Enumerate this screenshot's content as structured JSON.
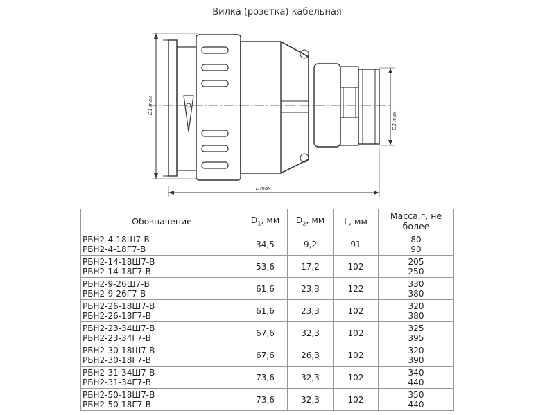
{
  "title": "Вилка (розетка) кабельная",
  "drawing": {
    "d1_label": "D1 max",
    "d2_label": "D2 max",
    "l_label": "L max"
  },
  "table": {
    "headers": {
      "designation": "Обозначение",
      "d1_main": "D",
      "d1_sub": "1",
      "d1_unit": ", мм",
      "d2_main": "D",
      "d2_sub": "2",
      "d2_unit": ", мм",
      "l": "L, мм",
      "mass": "Масса,г, не более"
    },
    "rows": [
      {
        "a": "РБН2-4-18Ш7-В",
        "b": "РБН2-4-18Г7-В",
        "d1": "34,5",
        "d2": "9,2",
        "l": "91",
        "m1": "80",
        "m2": "90"
      },
      {
        "a": "РБН2-14-18Ш7-В",
        "b": "РБН2-14-18Г7-В",
        "d1": "53,6",
        "d2": "17,2",
        "l": "102",
        "m1": "205",
        "m2": "250"
      },
      {
        "a": "РБН2-9-26Ш7-В",
        "b": "РБН2-9-26Г7-В",
        "d1": "61,6",
        "d2": "23,3",
        "l": "122",
        "m1": "330",
        "m2": "380"
      },
      {
        "a": "РБН2-26-18Ш7-В",
        "b": "РБН2-26-18Г7-В",
        "d1": "61,6",
        "d2": "23,3",
        "l": "102",
        "m1": "320",
        "m2": "380"
      },
      {
        "a": "РБН2-23-34Ш7-В",
        "b": "РБН2-23-34Г7-В",
        "d1": "67,6",
        "d2": "32,3",
        "l": "102",
        "m1": "325",
        "m2": "395"
      },
      {
        "a": "РБН2-30-18Ш7-В",
        "b": "РБН2-30-18Г7-В",
        "d1": "67,6",
        "d2": "26,3",
        "l": "102",
        "m1": "320",
        "m2": "390"
      },
      {
        "a": "РБН2-31-34Ш7-В",
        "b": "РБН2-31-34Г7-В",
        "d1": "73,6",
        "d2": "32,3",
        "l": "102",
        "m1": "340",
        "m2": "440"
      },
      {
        "a": "РБН2-50-18Ш7-В",
        "b": "РБН2-50-18Г7-В",
        "d1": "73,6",
        "d2": "32,3",
        "l": "102",
        "m1": "350",
        "m2": "440"
      }
    ]
  }
}
